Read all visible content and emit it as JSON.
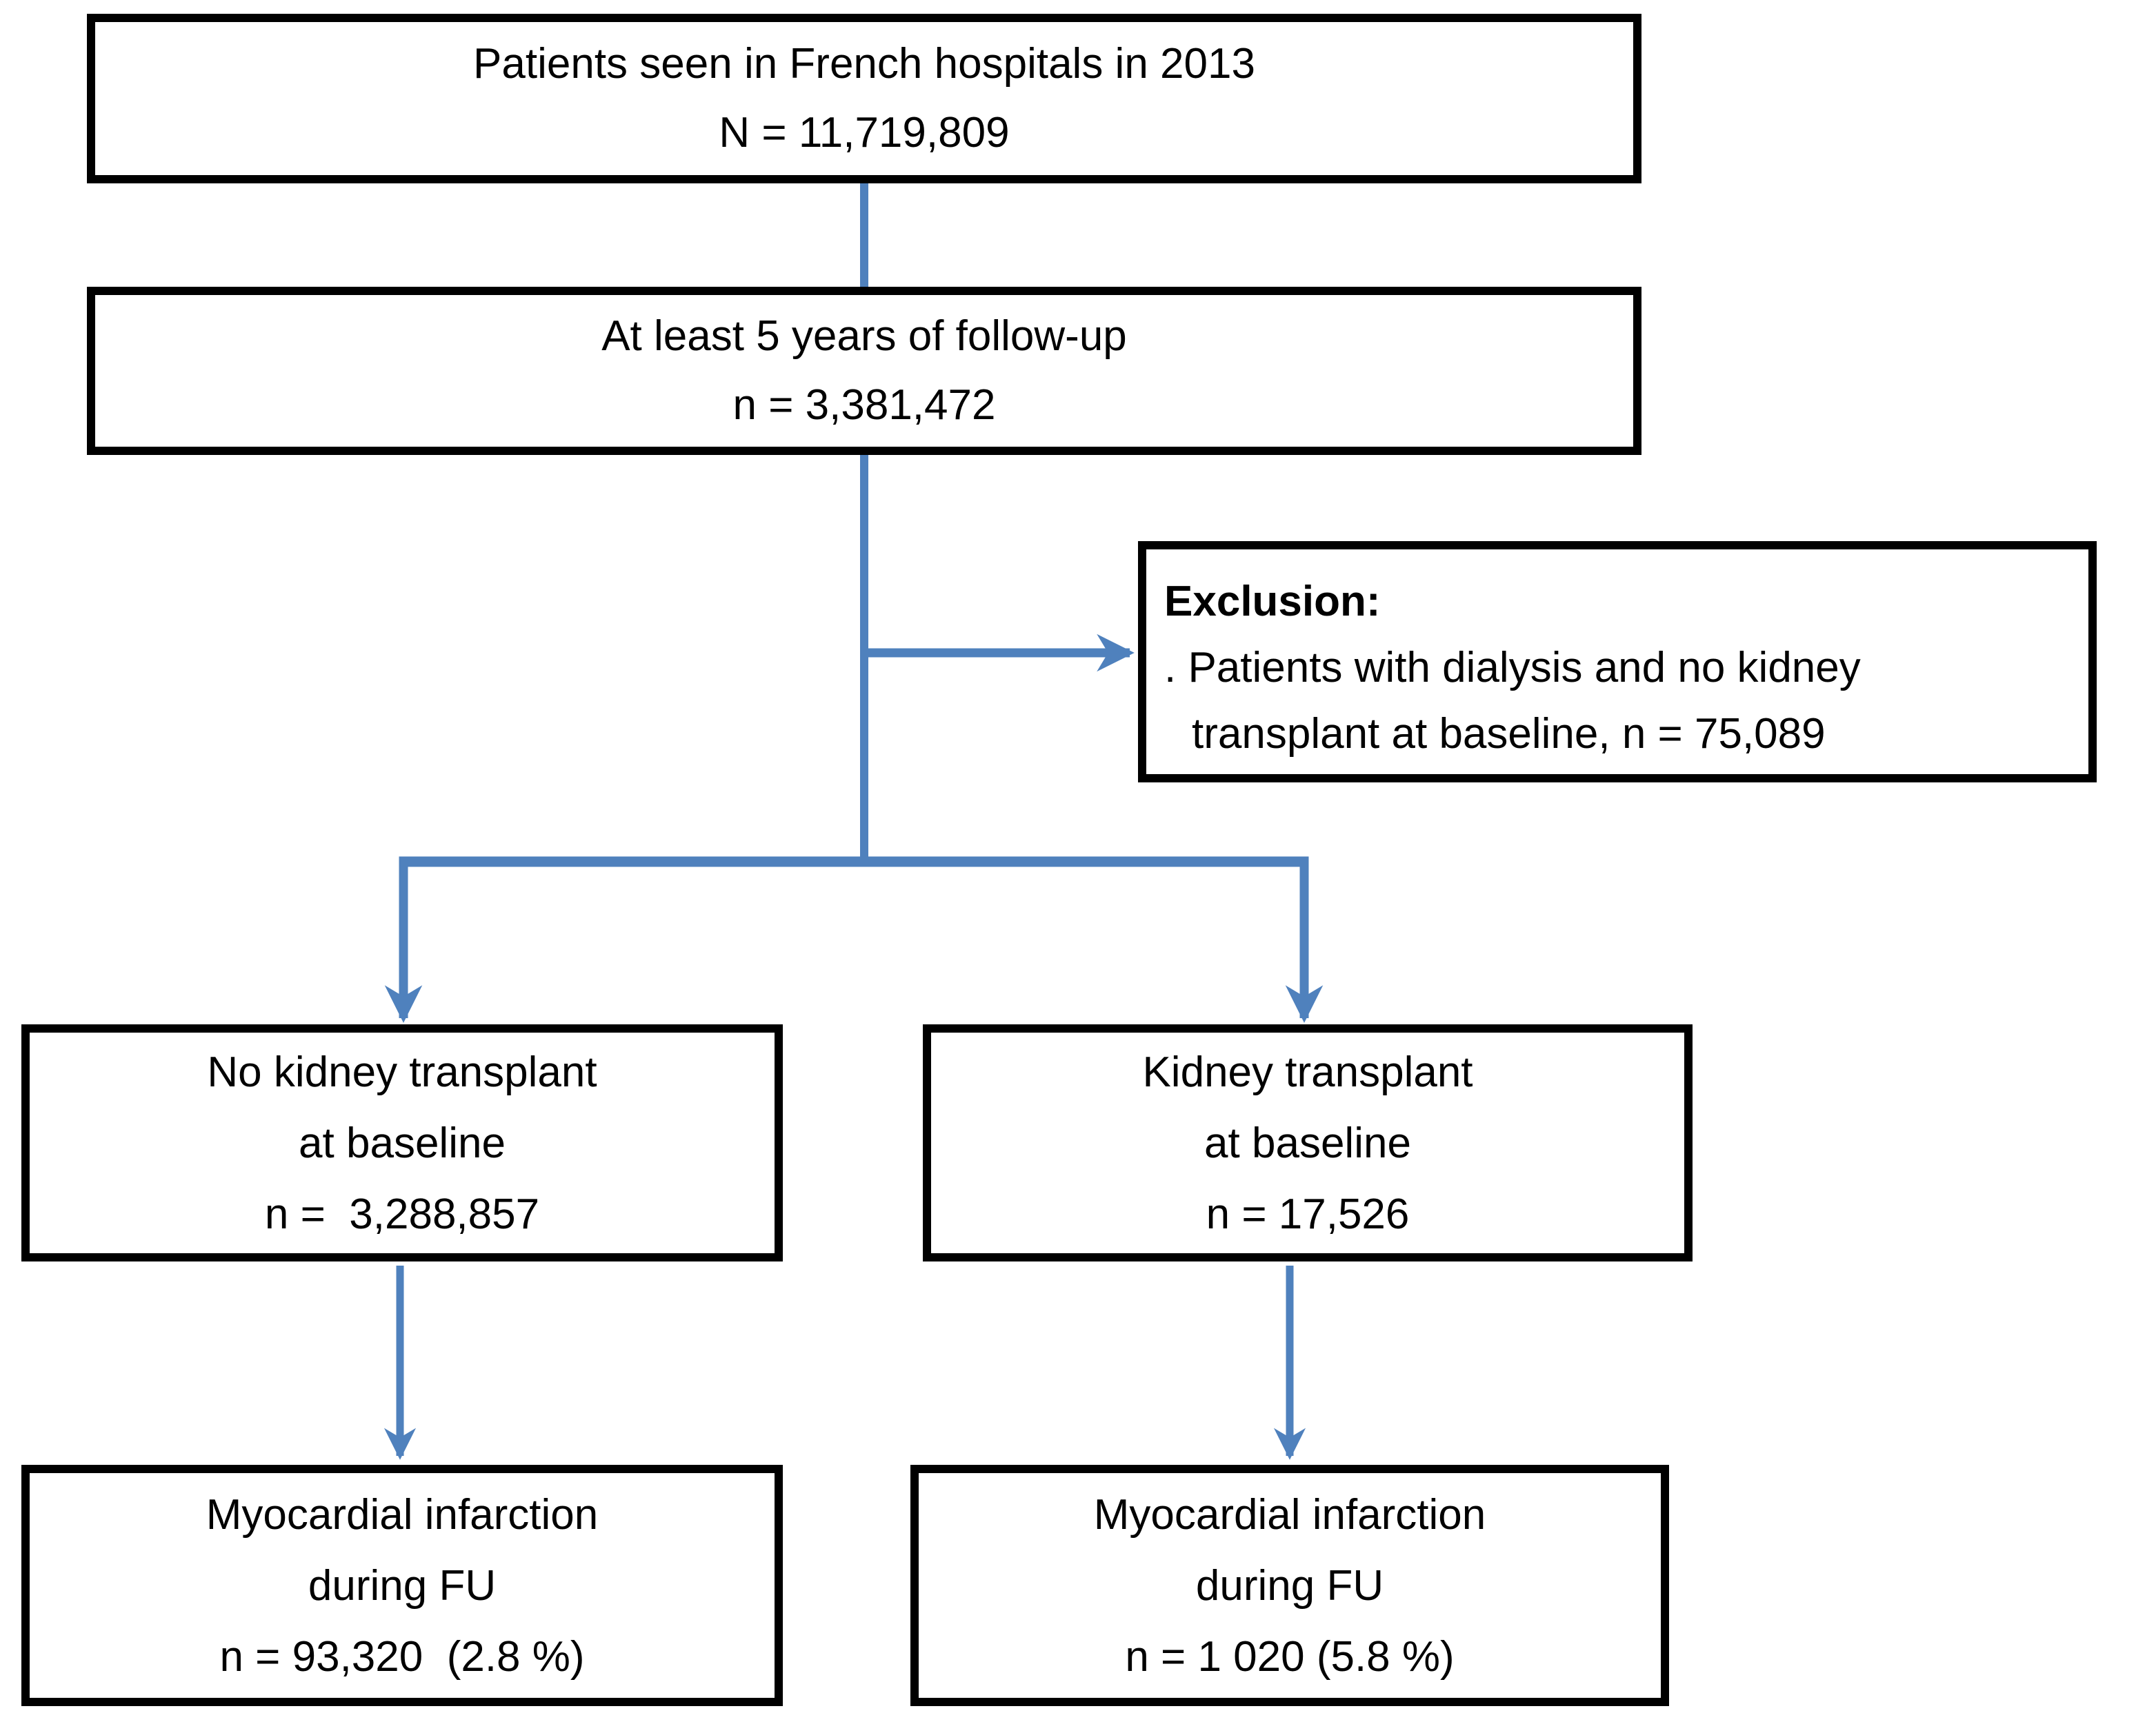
{
  "flowchart": {
    "colors": {
      "arrow": "#4f81bd",
      "box_border": "#000000",
      "box_fill": "#ffffff",
      "text": "#000000"
    },
    "boxes": {
      "top": {
        "line1": "Patients seen in French hospitals in 2013",
        "line2": "N = 11,719,809"
      },
      "followup": {
        "line1": "At least 5 years of follow-up",
        "line2": "n = 3,381,472"
      },
      "exclusion": {
        "title": "Exclusion:",
        "line1": ". Patients with dialysis and no kidney",
        "line2": "transplant at baseline, n = 75,089"
      },
      "no_transplant": {
        "line1": "No kidney transplant",
        "line2": "at baseline",
        "line3": "n =  3,288,857"
      },
      "transplant": {
        "line1": "Kidney transplant",
        "line2": "at baseline",
        "line3": "n = 17,526"
      },
      "mi_no_transplant": {
        "line1": "Myocardial infarction",
        "line2": "during FU",
        "line3": "n = 93,320  (2.8 %)"
      },
      "mi_transplant": {
        "line1": "Myocardial infarction",
        "line2": "during FU",
        "line3": "n = 1 020 (5.8 %)"
      }
    }
  }
}
